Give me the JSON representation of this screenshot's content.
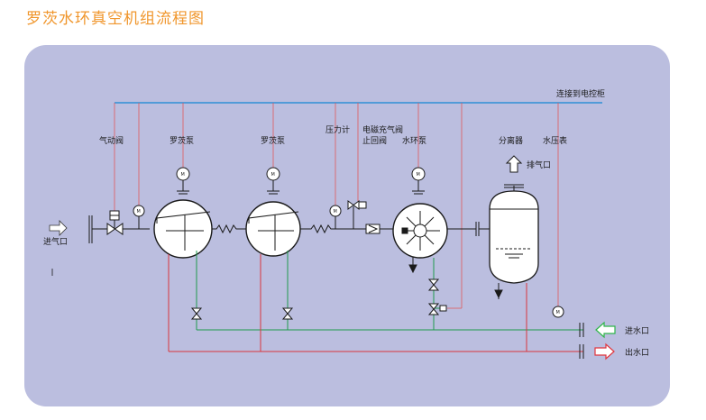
{
  "title": "罗茨水环真空机组流程图",
  "labels": {
    "control_cabinet": "连接到电控柜",
    "pneumatic_valve": "气动阀",
    "roots_pump_1": "罗茨泵",
    "roots_pump_2": "罗茨泵",
    "pressure_gauge": "压力计",
    "solenoid_valve": "电磁充气阀",
    "check_valve": "止回阀",
    "water_ring_pump": "水环泵",
    "separator": "分离器",
    "water_pressure_gauge": "水压表",
    "exhaust": "排气口",
    "air_inlet": "进气口",
    "water_inlet": "进水口",
    "water_outlet": "出水口"
  },
  "gauge_mark": "M",
  "colors": {
    "title": "#f0962c",
    "panel": "#bbbedf",
    "control_line": "#2e8fd6",
    "signal_line": "#e0585a",
    "process_line": "#1a1a1a",
    "water_in_line": "#1f9a4e",
    "water_out_line": "#d9363e",
    "inlet_arrow": "#2fb54a",
    "outlet_arrow": "#e0353e"
  }
}
